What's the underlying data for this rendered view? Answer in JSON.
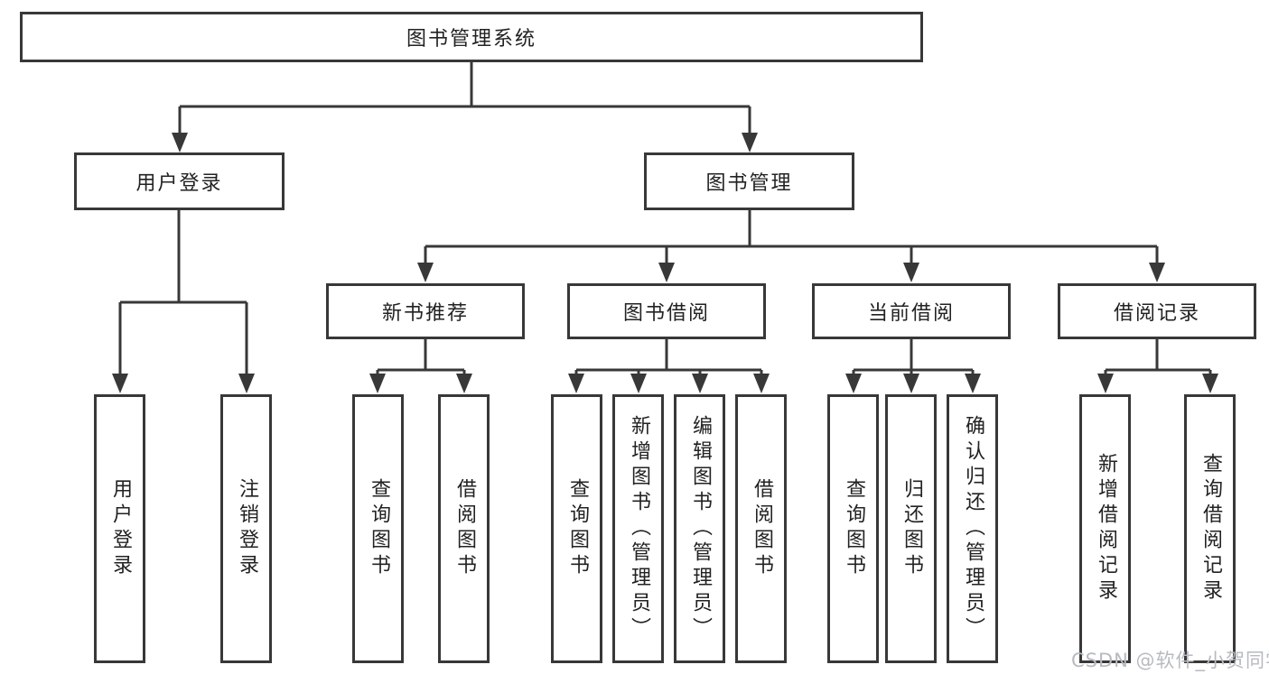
{
  "diagram": {
    "root": {
      "label": "图书管理系统",
      "children": [
        {
          "label": "用户登录",
          "children": [
            {
              "label": "用户登录"
            },
            {
              "label": "注销登录"
            }
          ]
        },
        {
          "label": "图书管理",
          "children": [
            {
              "label": "新书推荐",
              "children": [
                {
                  "label": "查询图书"
                },
                {
                  "label": "借阅图书"
                }
              ]
            },
            {
              "label": "图书借阅",
              "children": [
                {
                  "label": "查询图书"
                },
                {
                  "label": "新增图书（管理员）"
                },
                {
                  "label": "编辑图书（管理员）"
                },
                {
                  "label": "借阅图书"
                }
              ]
            },
            {
              "label": "当前借阅",
              "children": [
                {
                  "label": "查询图书"
                },
                {
                  "label": "归还图书"
                },
                {
                  "label": "确认归还（管理员）"
                }
              ]
            },
            {
              "label": "借阅记录",
              "children": [
                {
                  "label": "新增借阅记录"
                },
                {
                  "label": "查询借阅记录"
                }
              ]
            }
          ]
        }
      ]
    },
    "watermark": "CSDN @软件_小贺同学"
  },
  "style": {
    "line_color": "#383838",
    "text_color": "#222222",
    "watermark_color": "#b7bac0",
    "background_color": "#ffffff"
  }
}
